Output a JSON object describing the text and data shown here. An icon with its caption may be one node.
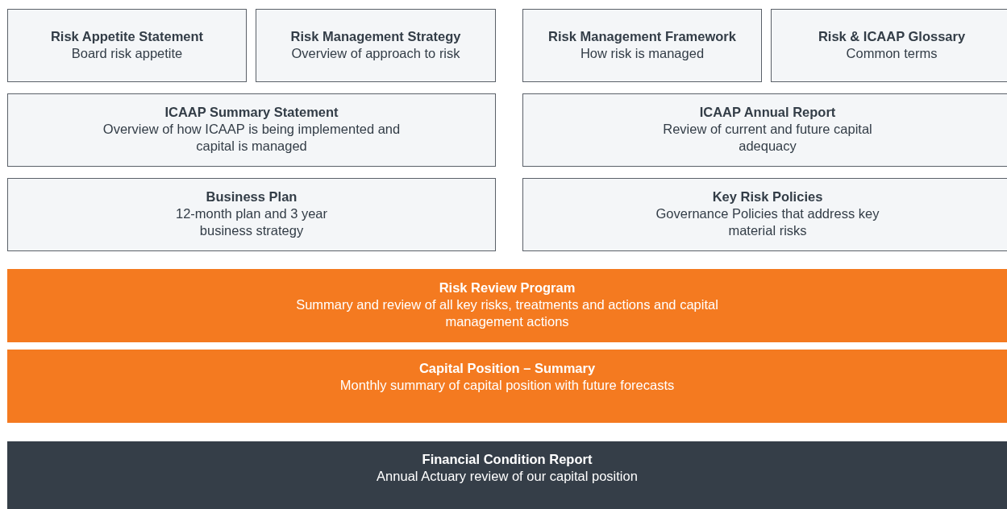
{
  "diagram": {
    "nodes": [
      {
        "text": [
          "Risk Appetite Statement",
          "Board risk appetite"
        ]
      },
      {
        "text": [
          "Risk Management Strategy",
          "Overview of approach to risk"
        ]
      },
      {
        "text": [
          "Risk Management Framework",
          "How risk is managed"
        ]
      },
      {
        "text": [
          "Risk & ICAAP Glossary",
          "Common terms"
        ]
      },
      {
        "text": [
          "ICAAP Summary Statement",
          "Overview of how ICAAP is being implemented and capital is managed"
        ]
      },
      {
        "text": [
          "ICAAP Annual Report",
          "Review of current and future capital adequacy"
        ]
      },
      {
        "text": [
          "Business Plan",
          "12-month plan and 3 year business strategy"
        ]
      },
      {
        "text": [
          "Key Risk Policies",
          "Governance Policies that address key material risks"
        ]
      },
      {
        "text": [
          "Risk Review Program",
          "Summary and review of all key risks, treatments and actions and capital management actions"
        ]
      },
      {
        "text": [
          "Capital Position – Summary",
          "Monthly summary of capital position with future forecasts"
        ]
      },
      {
        "text": [
          "Financial Condition Report",
          "Annual Actuary review of our capital position"
        ]
      }
    ]
  }
}
